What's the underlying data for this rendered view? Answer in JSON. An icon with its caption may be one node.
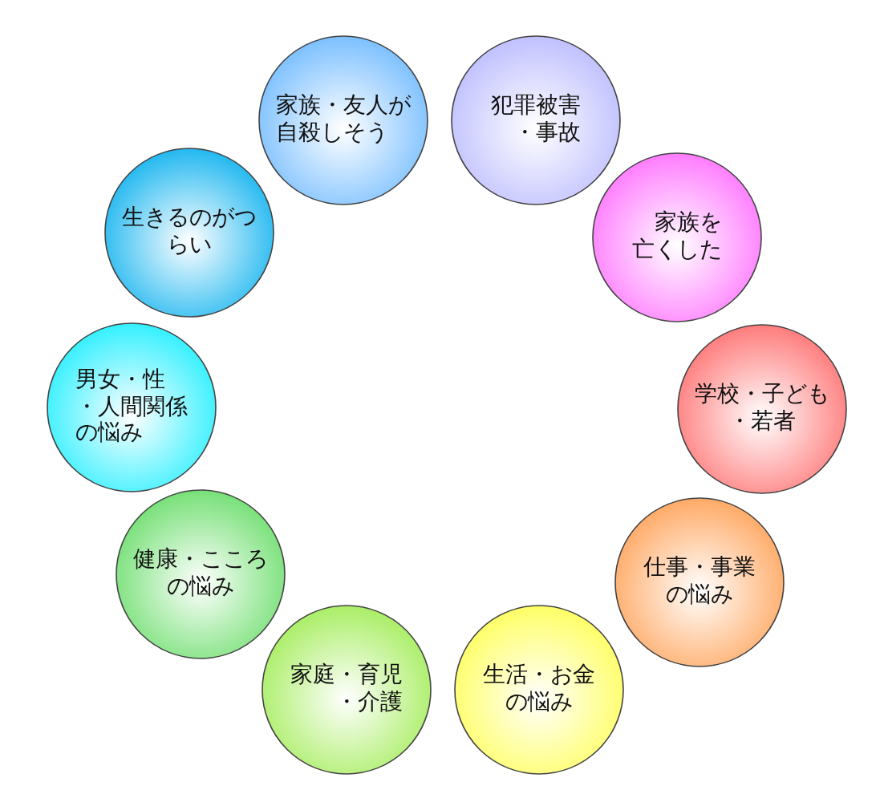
{
  "diagram": {
    "nodes": [
      {
        "text": [
          "家族・友人が自殺しそう"
        ]
      },
      {
        "text": [
          "犯罪被害・事故"
        ]
      },
      {
        "text": [
          "家族を亡くした"
        ]
      },
      {
        "text": [
          "学校・子ども・若者"
        ]
      },
      {
        "text": [
          "仕事・事業の悩み"
        ]
      },
      {
        "text": [
          "生活・お金の悩み"
        ]
      },
      {
        "text": [
          "家庭・育児・介護"
        ]
      },
      {
        "text": [
          "健康・こころの悩み"
        ]
      },
      {
        "text": [
          "男女・性・人間関係の悩み"
        ]
      },
      {
        "text": [
          "生きるのがつらい"
        ]
      }
    ]
  }
}
